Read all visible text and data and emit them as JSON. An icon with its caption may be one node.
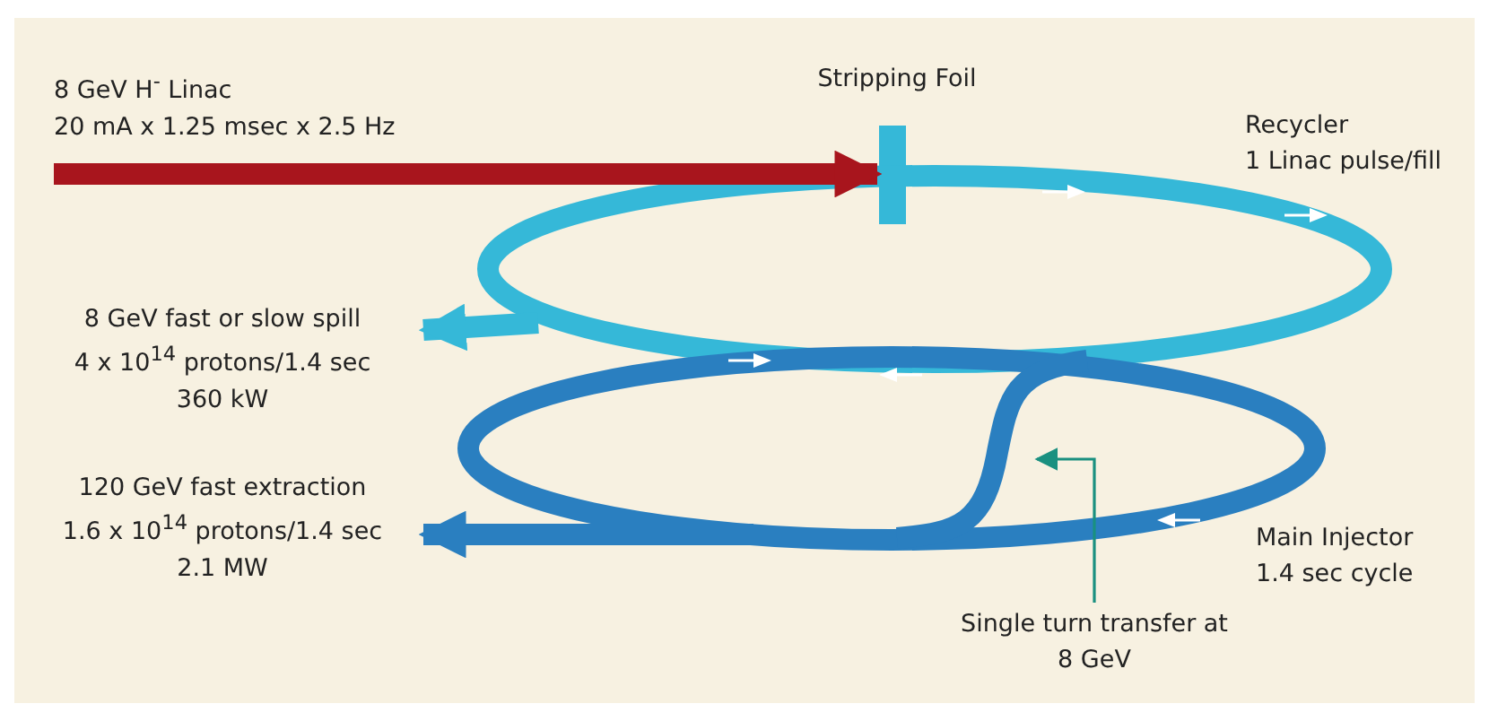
{
  "diagram": {
    "nodes": [
      {
        "text": [
          "8 GeV H$^{-}$ Linac",
          "20 mA x 1.25 msec x 2.5 Hz"
        ]
      },
      {
        "text": [
          "Stripping Foil"
        ]
      },
      {
        "text": [
          "Recycler",
          "1 Linac pulse/fill"
        ]
      },
      {
        "text": [
          "Main Injector",
          "1.4 sec cycle"
        ]
      },
      {
        "text": [
          "8 GeV fast or slow spill",
          "4 x 10$^{14}$ protons/1.4 sec",
          "360 kW"
        ]
      },
      {
        "text": [
          "120 GeV fast extraction",
          "1.6 x 10$^{14}$ protons/1.4 sec",
          "2.1 MW"
        ]
      },
      {
        "text": [
          "Single turn transfer at 8 GeV"
        ]
      }
    ],
    "edges": [
      {
        "from": 0,
        "to": 1,
        "arrow": "to",
        "color": "#a8151d"
      },
      {
        "from": 2,
        "to": 4,
        "arrow": "to",
        "color": "#35b8d8"
      },
      {
        "from": 3,
        "to": 5,
        "arrow": "to"
      },
      {
        "from": 2,
        "to": 3,
        "arrow": "none"
      },
      {
        "from": 6,
        "to": 3,
        "arrow": "to",
        "color": "#1a9080"
      }
    ]
  }
}
